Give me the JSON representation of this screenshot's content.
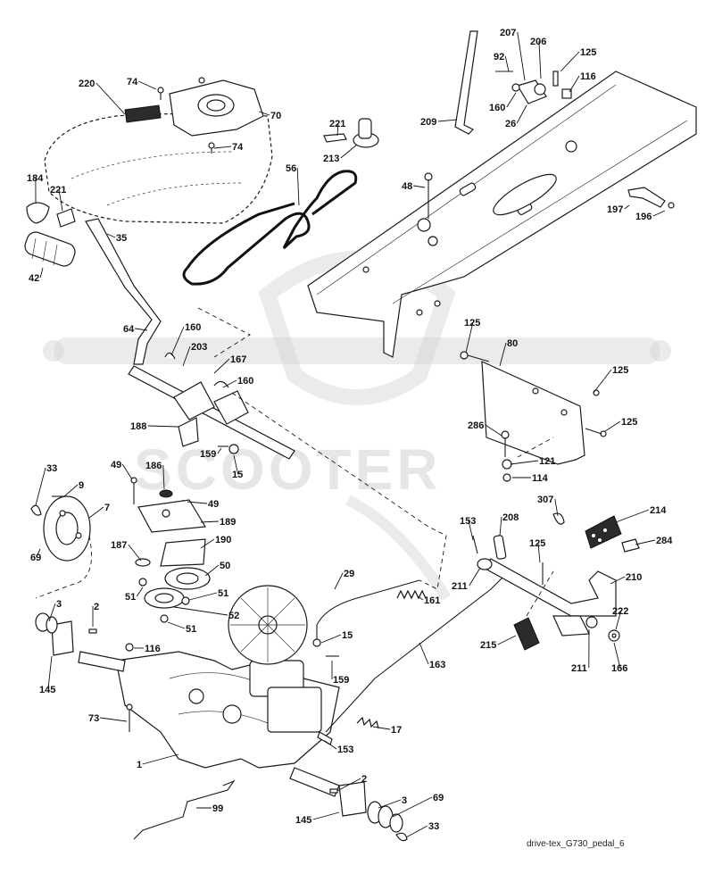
{
  "caption": "drive-tex_G730_pedal_6",
  "watermark": "SCOOTER",
  "colors": {
    "ink": "#1a1a1a",
    "watermark": "#d2d2d2",
    "background": "#ffffff"
  },
  "callouts": [
    {
      "key": "c220",
      "label": "220"
    },
    {
      "key": "c74a",
      "label": "74"
    },
    {
      "key": "c70",
      "label": "70"
    },
    {
      "key": "c74b",
      "label": "74"
    },
    {
      "key": "c221a",
      "label": "221"
    },
    {
      "key": "c213",
      "label": "213"
    },
    {
      "key": "c56",
      "label": "56"
    },
    {
      "key": "c184",
      "label": "184"
    },
    {
      "key": "c221b",
      "label": "221"
    },
    {
      "key": "c35",
      "label": "35"
    },
    {
      "key": "c42",
      "label": "42"
    },
    {
      "key": "c64",
      "label": "64"
    },
    {
      "key": "c160a",
      "label": "160"
    },
    {
      "key": "c203",
      "label": "203"
    },
    {
      "key": "c167",
      "label": "167"
    },
    {
      "key": "c160b",
      "label": "160"
    },
    {
      "key": "c188",
      "label": "188"
    },
    {
      "key": "c159a",
      "label": "159"
    },
    {
      "key": "c15a",
      "label": "15"
    },
    {
      "key": "c207",
      "label": "207"
    },
    {
      "key": "c92",
      "label": "92"
    },
    {
      "key": "c206",
      "label": "206"
    },
    {
      "key": "c125a",
      "label": "125"
    },
    {
      "key": "c116a",
      "label": "116"
    },
    {
      "key": "c209",
      "label": "209"
    },
    {
      "key": "c160c",
      "label": "160"
    },
    {
      "key": "c26",
      "label": "26"
    },
    {
      "key": "c48",
      "label": "48"
    },
    {
      "key": "c197",
      "label": "197"
    },
    {
      "key": "c196",
      "label": "196"
    },
    {
      "key": "c125b",
      "label": "125"
    },
    {
      "key": "c80",
      "label": "80"
    },
    {
      "key": "c125c",
      "label": "125"
    },
    {
      "key": "c125d",
      "label": "125"
    },
    {
      "key": "c286",
      "label": "286"
    },
    {
      "key": "c121",
      "label": "121"
    },
    {
      "key": "c114",
      "label": "114"
    },
    {
      "key": "c33a",
      "label": "33"
    },
    {
      "key": "c9",
      "label": "9"
    },
    {
      "key": "c7",
      "label": "7"
    },
    {
      "key": "c69a",
      "label": "69"
    },
    {
      "key": "c49a",
      "label": "49"
    },
    {
      "key": "c186",
      "label": "186"
    },
    {
      "key": "c49b",
      "label": "49"
    },
    {
      "key": "c189",
      "label": "189"
    },
    {
      "key": "c187",
      "label": "187"
    },
    {
      "key": "c190",
      "label": "190"
    },
    {
      "key": "c50",
      "label": "50"
    },
    {
      "key": "c51a",
      "label": "51"
    },
    {
      "key": "c51b",
      "label": "51"
    },
    {
      "key": "c52",
      "label": "52"
    },
    {
      "key": "c51c",
      "label": "51"
    },
    {
      "key": "c3a",
      "label": "3"
    },
    {
      "key": "c2a",
      "label": "2"
    },
    {
      "key": "c116b",
      "label": "116"
    },
    {
      "key": "c145a",
      "label": "145"
    },
    {
      "key": "c73",
      "label": "73"
    },
    {
      "key": "c1",
      "label": "1"
    },
    {
      "key": "c29",
      "label": "29"
    },
    {
      "key": "c161",
      "label": "161"
    },
    {
      "key": "c15b",
      "label": "15"
    },
    {
      "key": "c159b",
      "label": "159"
    },
    {
      "key": "c163",
      "label": "163"
    },
    {
      "key": "c17",
      "label": "17"
    },
    {
      "key": "c153a",
      "label": "153"
    },
    {
      "key": "c153b",
      "label": "153"
    },
    {
      "key": "c208",
      "label": "208"
    },
    {
      "key": "c211a",
      "label": "211"
    },
    {
      "key": "c125e",
      "label": "125"
    },
    {
      "key": "c307",
      "label": "307"
    },
    {
      "key": "c214",
      "label": "214"
    },
    {
      "key": "c284",
      "label": "284"
    },
    {
      "key": "c210",
      "label": "210"
    },
    {
      "key": "c222",
      "label": "222"
    },
    {
      "key": "c215",
      "label": "215"
    },
    {
      "key": "c211b",
      "label": "211"
    },
    {
      "key": "c166",
      "label": "166"
    },
    {
      "key": "c99",
      "label": "99"
    },
    {
      "key": "c2b",
      "label": "2"
    },
    {
      "key": "c145b",
      "label": "145"
    },
    {
      "key": "c3b",
      "label": "3"
    },
    {
      "key": "c69b",
      "label": "69"
    },
    {
      "key": "c33b",
      "label": "33"
    }
  ]
}
